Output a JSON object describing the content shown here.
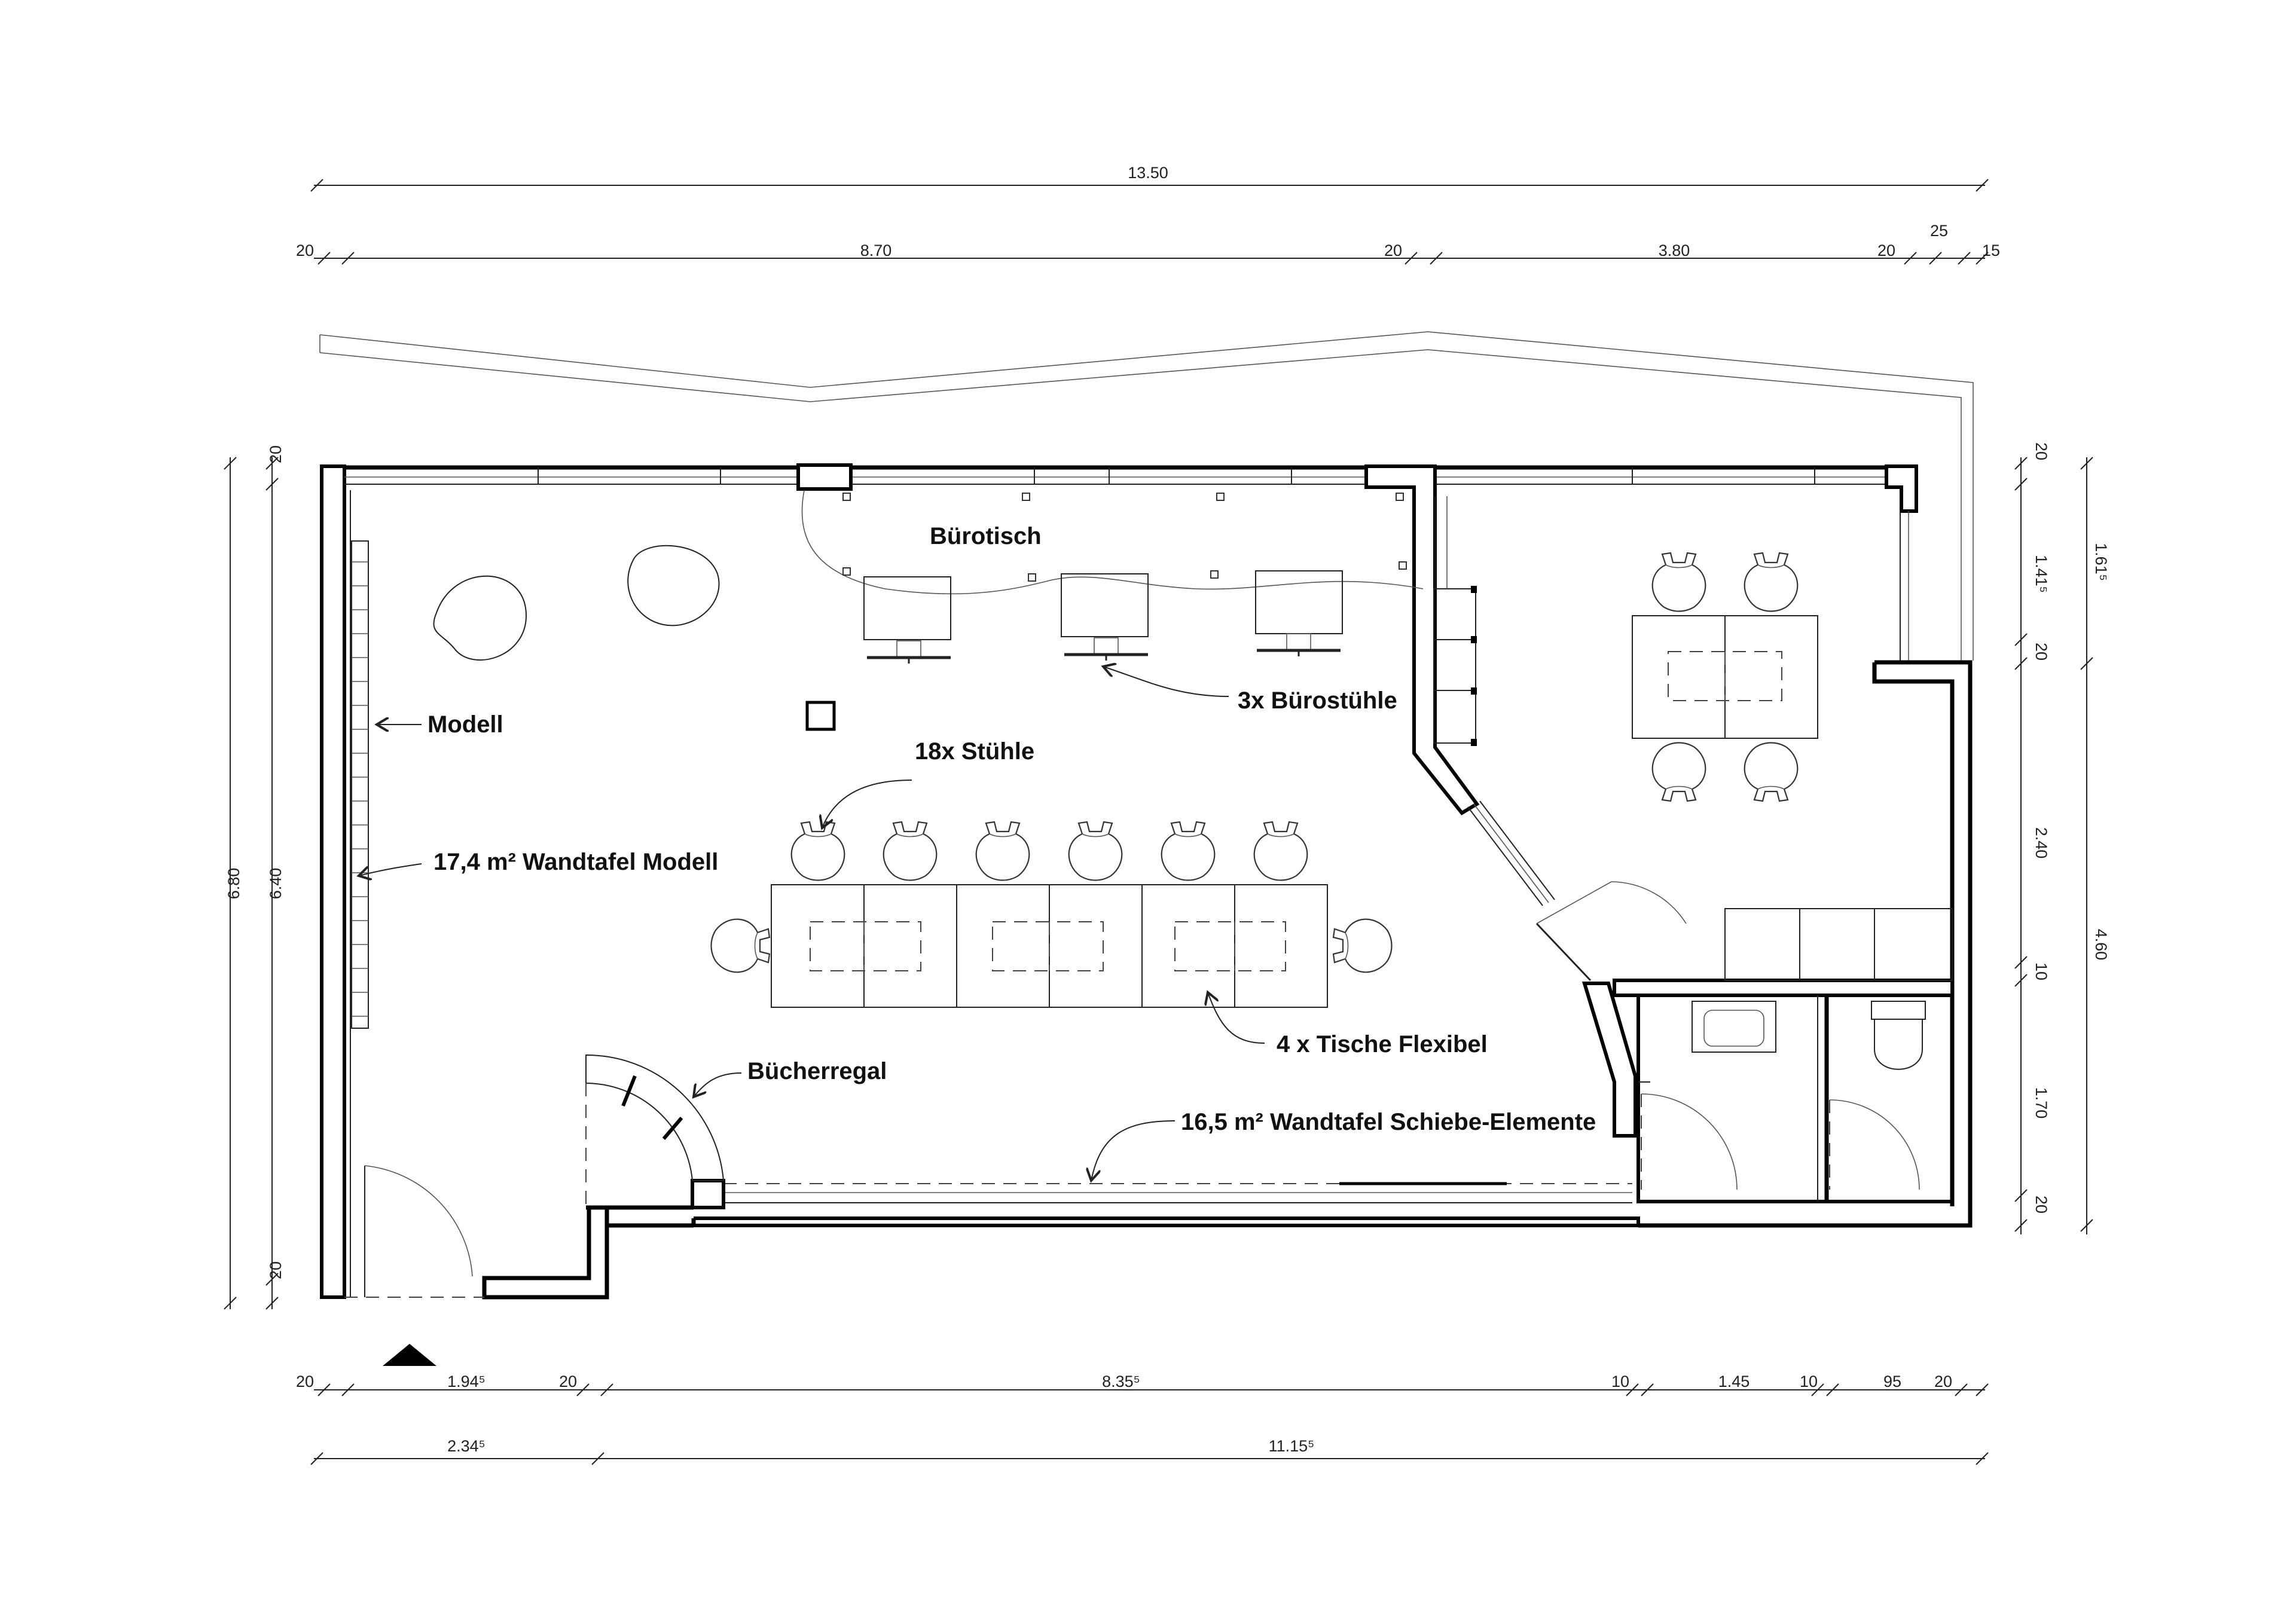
{
  "dimensions": {
    "top_total": "13.50",
    "top_segments": [
      "20",
      "8.70",
      "20",
      "3.80",
      "20",
      "25",
      "15"
    ],
    "bottom_segments": [
      "20",
      "1.94⁵",
      "20",
      "8.35⁵",
      "10",
      "1.45",
      "10",
      "95",
      "20"
    ],
    "bottom_totals": [
      "2.34⁵",
      "11.15⁵"
    ],
    "left_outer": "6.80",
    "left_inner": [
      "20",
      "6.40",
      "20"
    ],
    "right_inner": [
      "20",
      "1.41⁵",
      "20",
      "2.40",
      "10",
      "1.70",
      "20"
    ],
    "right_outer": [
      "1.61⁵",
      "4.60"
    ]
  },
  "labels": {
    "buerotisch": "Bürotisch",
    "buerostuehle": "3x Bürostühle",
    "modell": "Modell",
    "wandtafel_modell": "17,4 m² Wandtafel Modell",
    "stuehle": "18x Stühle",
    "tische": "4 x Tische Flexibel",
    "buecherregal": "Bücherregal",
    "wandtafel_schiebe": "16,5 m² Wandtafel Schiebe-Elemente"
  },
  "icons": {
    "entrance": "entrance-triangle-icon",
    "chair": "chair-icon",
    "plant": "plant-icon"
  }
}
